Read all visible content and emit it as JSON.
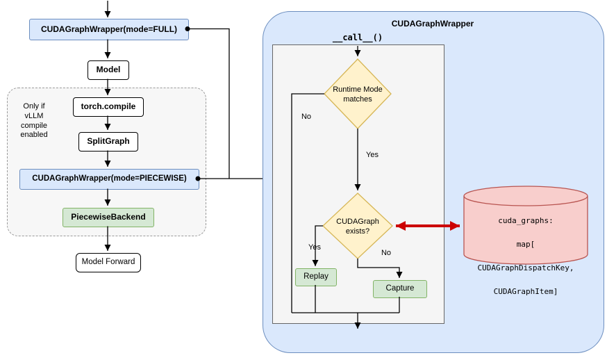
{
  "left_flow": {
    "wrapper_full": "CUDAGraphWrapper(mode=FULL)",
    "model": "Model",
    "compile_note": "Only if\nvLLM\ncompile\nenabled",
    "torch_compile": "torch.compile",
    "split_graph": "SplitGraph",
    "wrapper_piecewise": "CUDAGraphWrapper(mode=PIECEWISE)",
    "piecewise_backend": "PiecewiseBackend",
    "model_forward": "Model Forward"
  },
  "right_panel": {
    "title": "CUDAGraphWrapper",
    "call_label": "__call__()",
    "runtime_diamond": "Runtime Mode\nmatches",
    "exists_diamond": "CUDAGraph\nexists?",
    "no_runtime": "No",
    "yes_runtime": "Yes",
    "yes_exists": "Yes",
    "no_exists": "No",
    "replay": "Replay",
    "capture": "Capture",
    "store": {
      "line1": "cuda_graphs:",
      "line2": "map[",
      "line3": "CUDAGraphDispatchKey,",
      "line4": "CUDAGraphItem]"
    }
  },
  "colors": {
    "blue_fill": "#dae8fc",
    "blue_border": "#6c8ebf",
    "green_fill": "#d5e8d4",
    "green_border": "#82b366",
    "yellow_fill": "#fff2cc",
    "yellow_border": "#d6b656",
    "red_fill": "#f8cecc",
    "red_border": "#b85450",
    "red_arrow": "#cc0000"
  }
}
